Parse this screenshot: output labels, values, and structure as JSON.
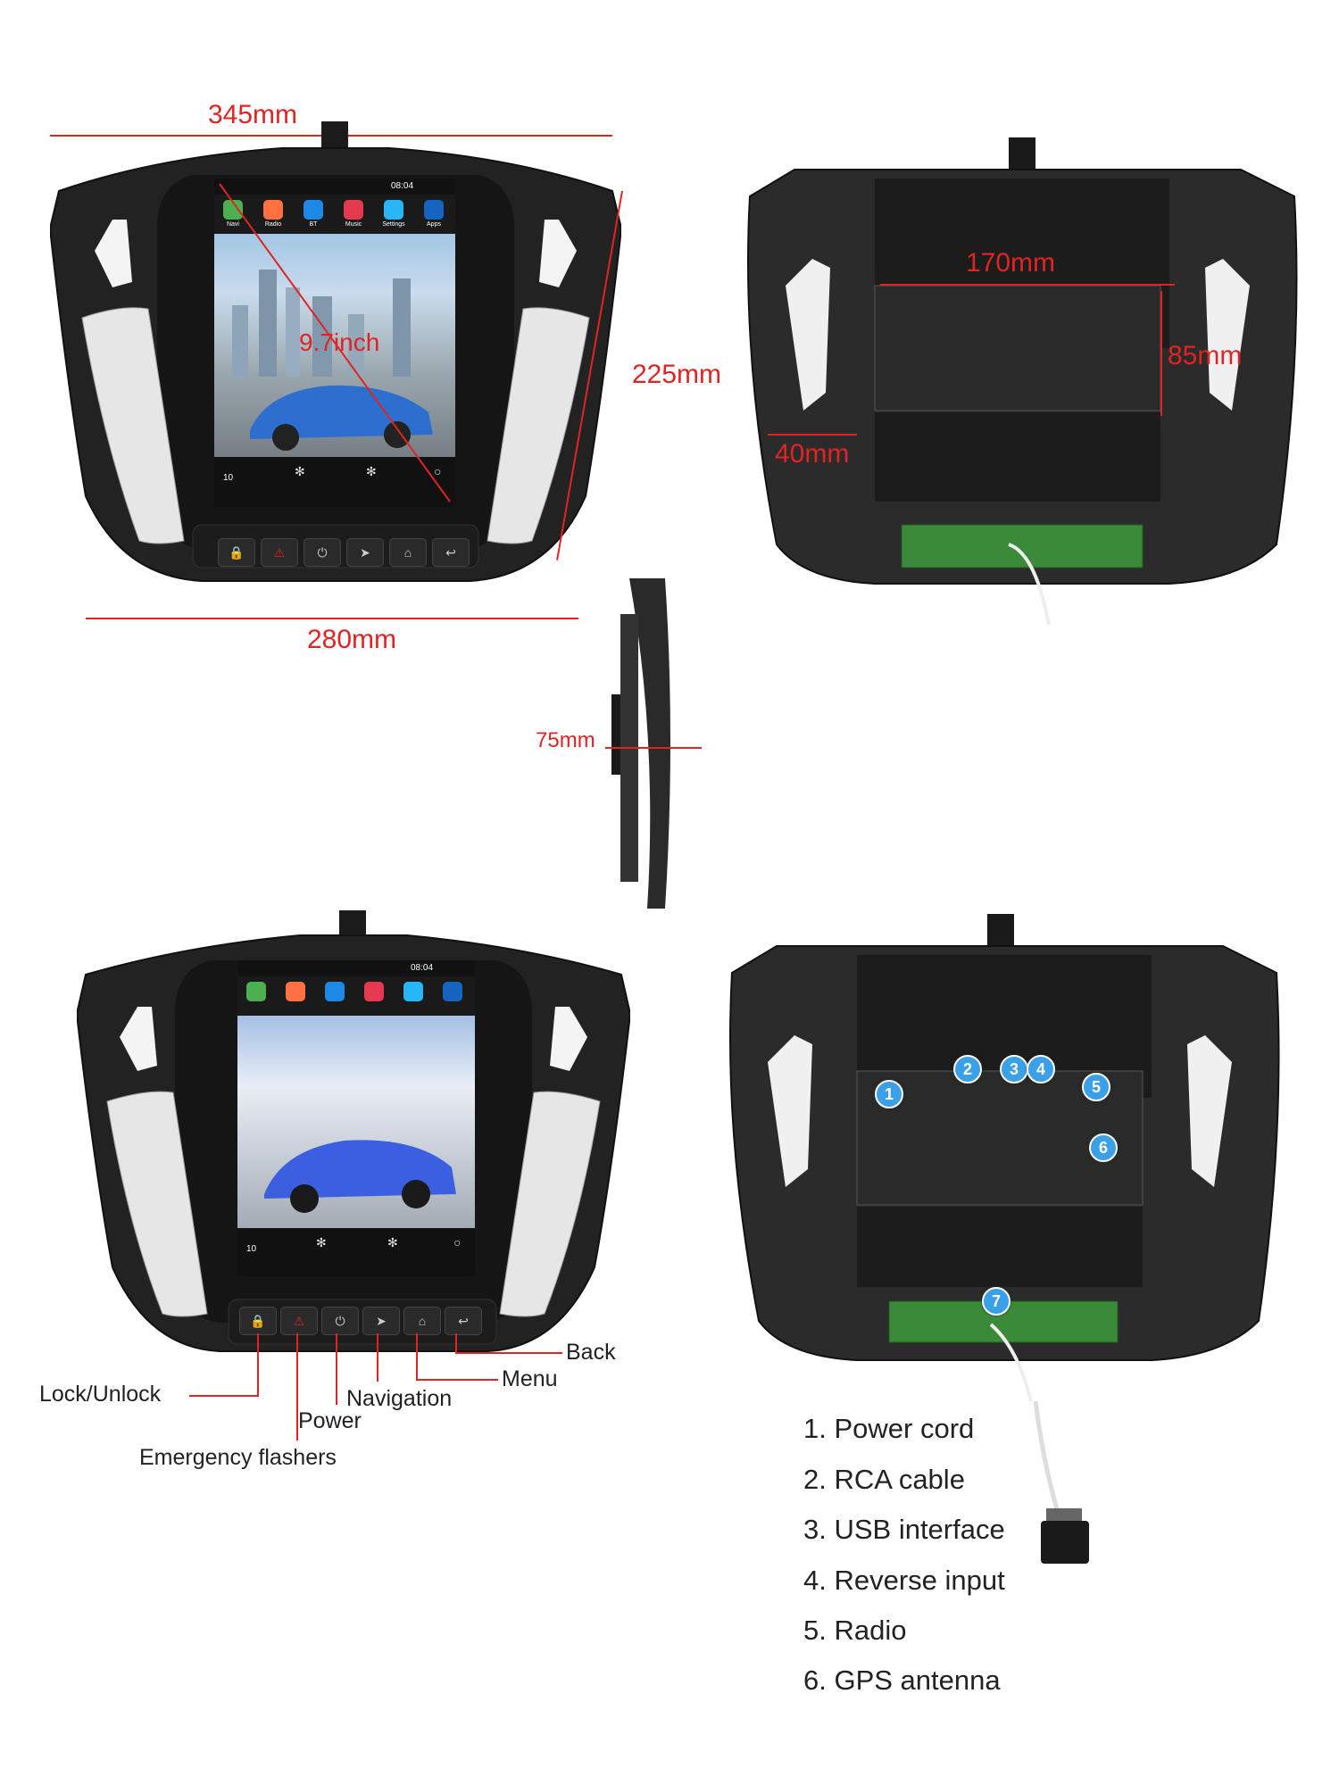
{
  "dimensions": {
    "top_width": "345mm",
    "bottom_width": "280mm",
    "height": "225mm",
    "screen_size": "9.7inch",
    "back_width": "170mm",
    "back_height": "85mm",
    "back_depth": "40mm",
    "side_depth": "75mm"
  },
  "status_bar": {
    "time": "08:04",
    "battery_temp": "10"
  },
  "apps": [
    {
      "label": "Navi",
      "color": "#4caf50"
    },
    {
      "label": "Radio",
      "color": "#ff7043"
    },
    {
      "label": "BT",
      "color": "#1e88e5"
    },
    {
      "label": "Music",
      "color": "#e53950"
    },
    {
      "label": "Settings",
      "color": "#29b6f6"
    },
    {
      "label": "Apps",
      "color": "#1565c0"
    }
  ],
  "callouts": {
    "back": "Back",
    "menu": "Menu",
    "lock": "Lock/Unlock",
    "navigation": "Navigation",
    "power": "Power",
    "flashers": "Emergency flashers"
  },
  "ports": [
    {
      "n": "1",
      "text": "1. Power cord"
    },
    {
      "n": "2",
      "text": "2. RCA cable"
    },
    {
      "n": "3",
      "text": "3. USB interface"
    },
    {
      "n": "4",
      "text": "4. Reverse input"
    },
    {
      "n": "5",
      "text": "5. Radio"
    },
    {
      "n": "6",
      "text": "6. GPS antenna"
    },
    {
      "n": "7",
      "text": ""
    }
  ],
  "keys": [
    "🔒",
    "⚠",
    "⏻",
    "➤",
    "⌂",
    "↩"
  ]
}
